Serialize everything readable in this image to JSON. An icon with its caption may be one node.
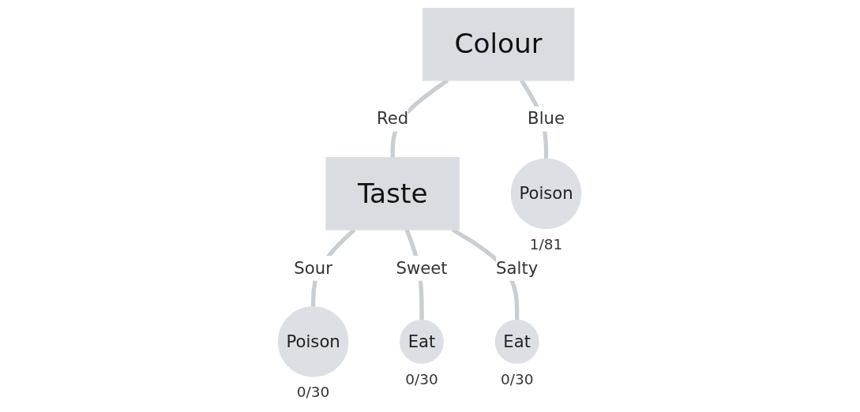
{
  "diagram": {
    "nodes": [
      {
        "text": [
          "Colour"
        ]
      },
      {
        "text": [
          "Taste"
        ]
      },
      {
        "text": [
          "Poison"
        ],
        "beside": [
          "1/81"
        ]
      },
      {
        "text": [
          "Poison"
        ],
        "beside": [
          "0/30"
        ]
      },
      {
        "text": [
          "Eat"
        ],
        "beside": [
          "0/30"
        ]
      },
      {
        "text": [
          "Eat"
        ],
        "beside": [
          "0/30"
        ]
      }
    ],
    "edges": [
      {
        "from": 0,
        "to": 1,
        "arrow": "none",
        "label": "Red"
      },
      {
        "from": 0,
        "to": 2,
        "arrow": "none",
        "label": "Blue"
      },
      {
        "from": 1,
        "to": 3,
        "arrow": "none",
        "label": "Sour"
      },
      {
        "from": 1,
        "to": 4,
        "arrow": "none",
        "label": "Sweet"
      },
      {
        "from": 1,
        "to": 5,
        "arrow": "none",
        "label": "Salty"
      }
    ]
  }
}
